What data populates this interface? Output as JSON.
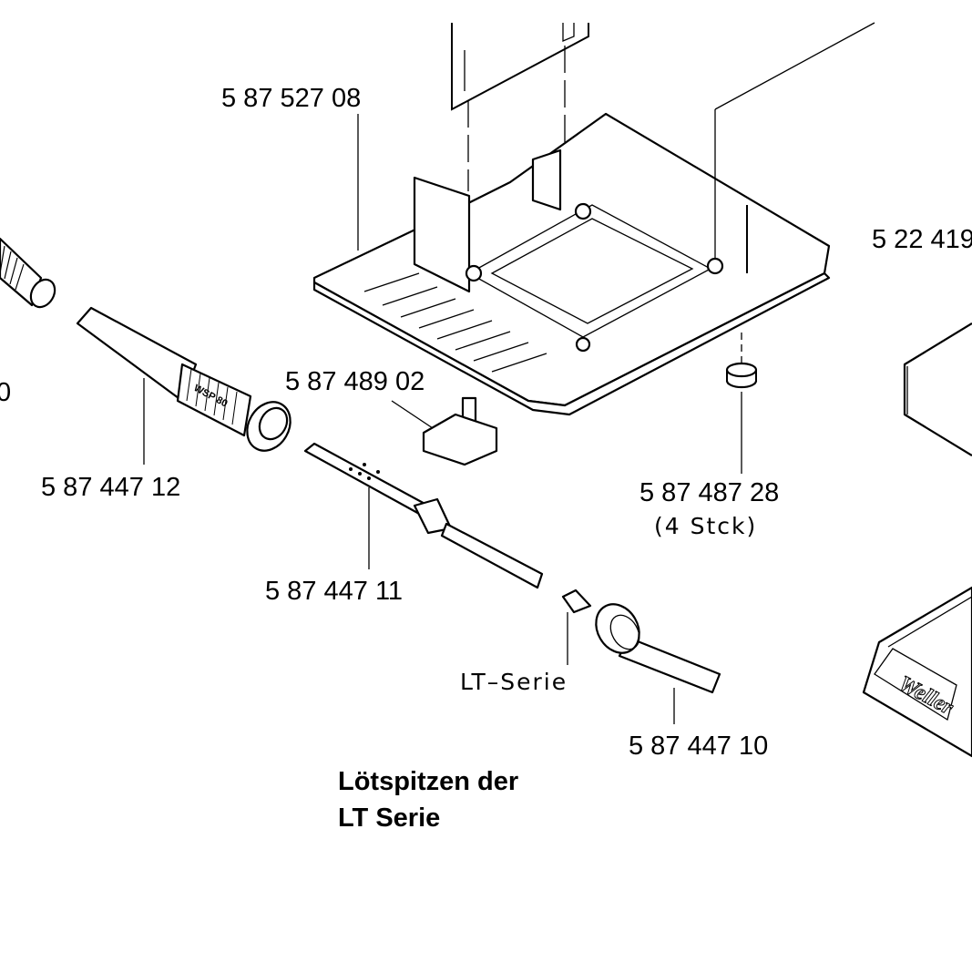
{
  "labels": {
    "cover_part": "5 87 527 08",
    "transformer_part_cut": "5 22 419",
    "left_cut_digit": "0",
    "holder_part": "5 87 489 02",
    "handle_part": "5 87 447 12",
    "foot_part": "5 87 487 28",
    "foot_qty": "(4  Stck)",
    "heater_part": "5 87 447 11",
    "tip_series": "LT–Serie",
    "nut_part": "5 87 447 10"
  },
  "note": {
    "line1": "Lötspitzen der",
    "line2": "LT Serie"
  },
  "markings": {
    "handle_text": "WSP 80",
    "brand_logo": "Weller"
  }
}
